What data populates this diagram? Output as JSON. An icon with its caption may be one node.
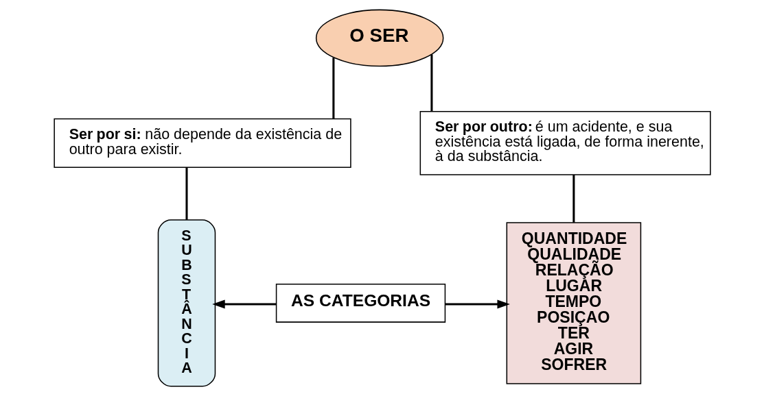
{
  "diagram": {
    "nodes": [
      {
        "text": [
          "O SER"
        ]
      },
      {
        "text": [
          "**Ser por si:** não depende da existência de outro para existir."
        ]
      },
      {
        "text": [
          "**Ser por outro:** é um acidente, e sua existência está ligada, de forma inerente, à da substância."
        ]
      },
      {
        "text": [
          "SUBSTÂNCIA"
        ]
      },
      {
        "text": [
          "AS CATEGORIAS"
        ]
      },
      {
        "text": [
          "QUANTIDADE",
          "QUALIDADE",
          "RELAÇÃO",
          "LUGAR",
          "TEMPO",
          "POSIÇAO",
          "TER",
          "AGIR",
          "SOFRER"
        ]
      }
    ],
    "edges": [
      {
        "from": 0,
        "to": 1,
        "arrow": "none"
      },
      {
        "from": 0,
        "to": 2,
        "arrow": "none"
      },
      {
        "from": 1,
        "to": 3,
        "arrow": "none"
      },
      {
        "from": 2,
        "to": 5,
        "arrow": "none"
      },
      {
        "from": 4,
        "to": 3,
        "arrow": "to"
      },
      {
        "from": 4,
        "to": 5,
        "arrow": "to"
      }
    ]
  }
}
